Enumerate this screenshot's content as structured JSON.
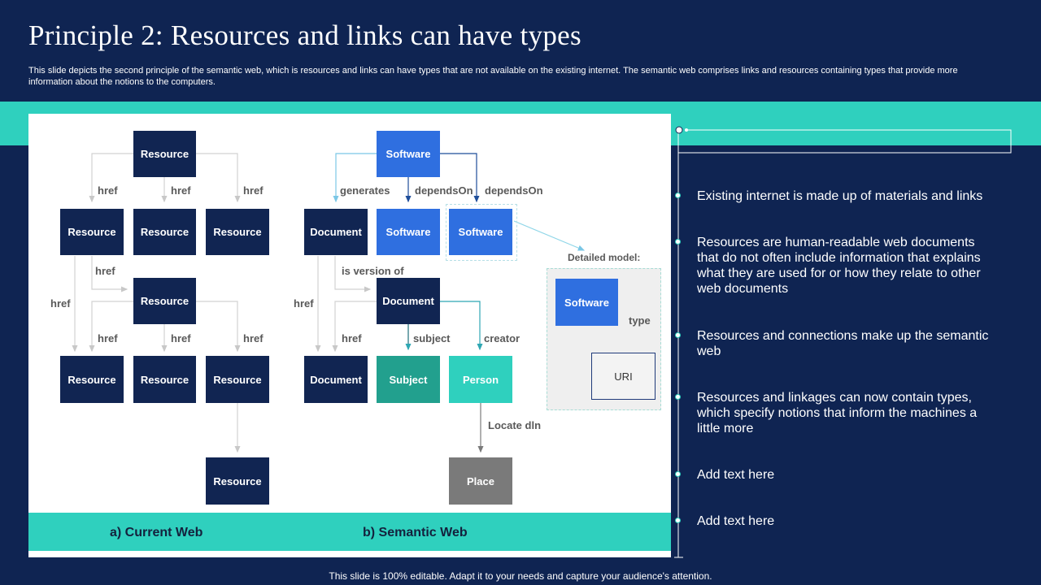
{
  "slide": {
    "title": "Principle 2: Resources and links can have types",
    "subtitle": "This slide depicts the second principle of the semantic web, which is resources and links can have types that are not available on the existing internet. The semantic web comprises links and resources containing types that provide more information about the notions to the computers.",
    "footer": "This slide is 100% editable. Adapt it to your needs and capture your audience's attention."
  },
  "current_web": {
    "caption": "a) Current Web",
    "nodes": [
      "Resource",
      "Resource",
      "Resource",
      "Resource",
      "Resource",
      "Resource",
      "Resource",
      "Resource",
      "Resource"
    ],
    "edge_label": "href"
  },
  "semantic_web": {
    "caption": "b) Semantic Web",
    "nodes": {
      "software_top": "Software",
      "document_1": "Document",
      "software_2": "Software",
      "software_3": "Software",
      "document_2": "Document",
      "document_3": "Document",
      "subject": "Subject",
      "person": "Person",
      "place": "Place"
    },
    "edge_labels": {
      "generates": "generates",
      "depends_on_1": "dependsOn",
      "depends_on_2": "dependsOn",
      "is_version_of": "is version of",
      "href_left": "href",
      "href_bottom": "href",
      "subject": "subject",
      "creator": "creator",
      "locate": "Locate dln"
    },
    "detailed_model": {
      "title": "Detailed model:",
      "software": "Software",
      "type": "type",
      "uri": "URI"
    }
  },
  "bullets": [
    "Existing internet is made up of materials and links",
    "Resources are human-readable web documents that do not often include information that explains what they are used for or how they relate to other web documents",
    "Resources and connections make up the semantic web",
    "Resources and linkages can now contain types, which specify notions that inform the machines a little more",
    "Add text here",
    "Add text here"
  ],
  "colors": {
    "background": "#0f2452",
    "accent_teal": "#2fd0be",
    "navy_box": "#112552",
    "blue_box": "#2f6fe0",
    "green_box": "#22a08e",
    "gray_box": "#7a7a7a"
  }
}
